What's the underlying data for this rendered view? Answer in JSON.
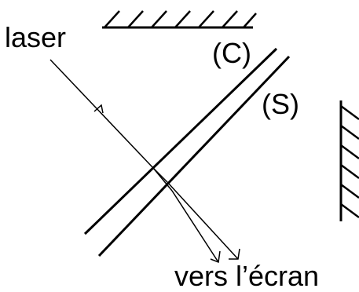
{
  "labels": {
    "laser": "laser",
    "compensator": "(C)",
    "separator": "(S)",
    "to_screen": "vers l’écran"
  },
  "colors": {
    "ink": "#000000",
    "background": "#ffffff"
  }
}
